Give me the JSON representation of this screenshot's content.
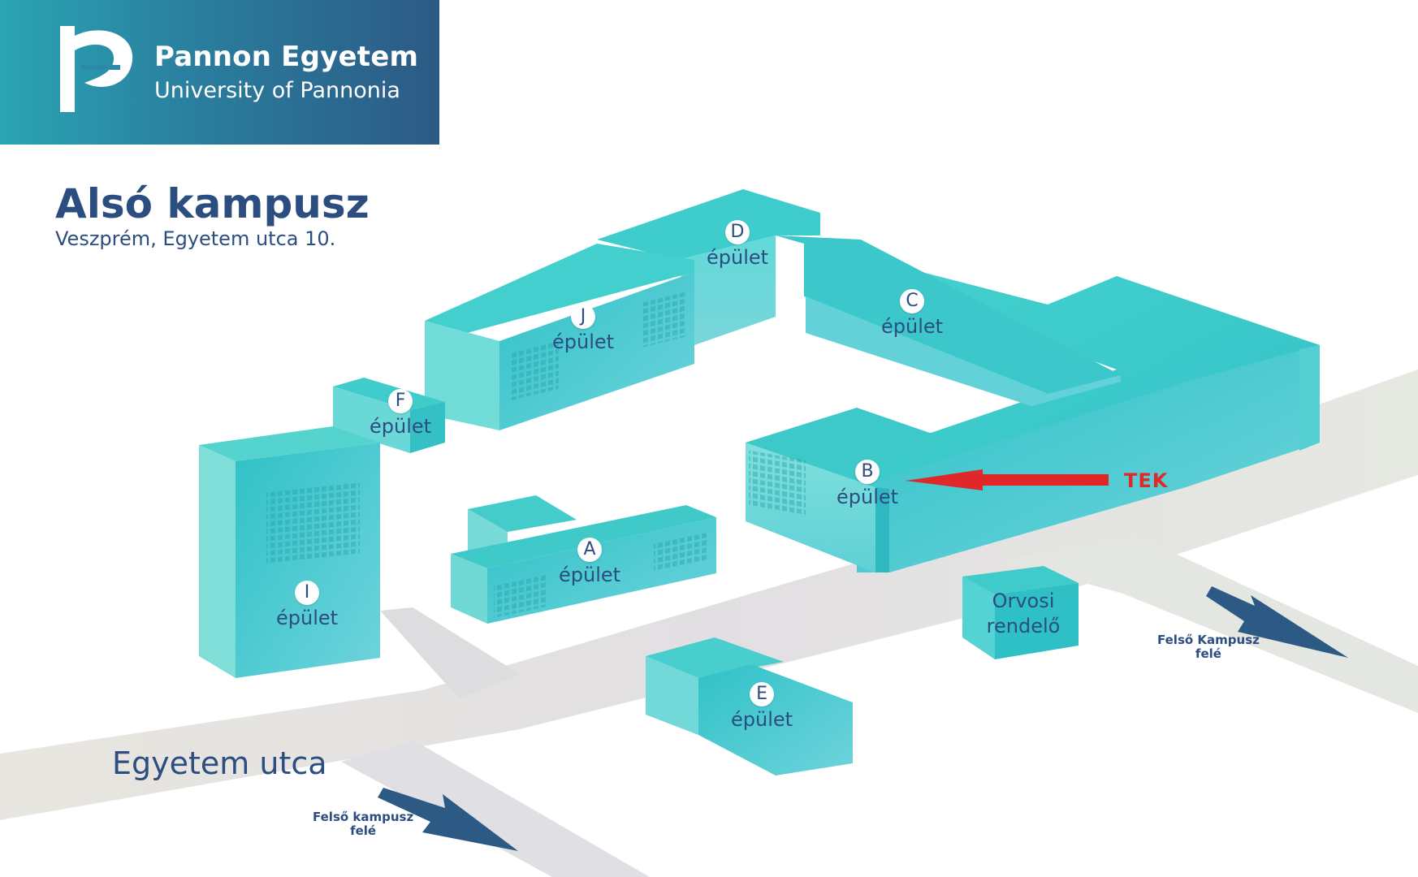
{
  "header": {
    "brand_name": "Pannon Egyetem",
    "brand_sub": "University of Pannonia",
    "background_color": "#2a7d9e"
  },
  "campus": {
    "title": "Alsó kampusz",
    "address": "Veszprém, Egyetem utca 10."
  },
  "street": {
    "name": "Egyetem utca"
  },
  "buildings": {
    "D": {
      "letter": "D",
      "word": "épület"
    },
    "C": {
      "letter": "C",
      "word": "épület"
    },
    "J": {
      "letter": "J",
      "word": "épület"
    },
    "F": {
      "letter": "F",
      "word": "épület"
    },
    "B": {
      "letter": "B",
      "word": "épület"
    },
    "A": {
      "letter": "A",
      "word": "épület"
    },
    "I": {
      "letter": "I",
      "word": "épület"
    },
    "E": {
      "letter": "E",
      "word": "épület"
    }
  },
  "clinic": {
    "line1": "Orvosi",
    "line2": "rendelő"
  },
  "directions": {
    "right": {
      "line1": "Felső Kampusz",
      "line2": "felé"
    },
    "bottom": {
      "line1": "Felső kampusz",
      "line2": "felé"
    }
  },
  "marker": {
    "label": "TEK",
    "color": "#e02a2a"
  },
  "colors": {
    "building": "#35c4c8",
    "road": "#dedede",
    "text": "#2c4d80",
    "arrow": "#2c5a85"
  }
}
